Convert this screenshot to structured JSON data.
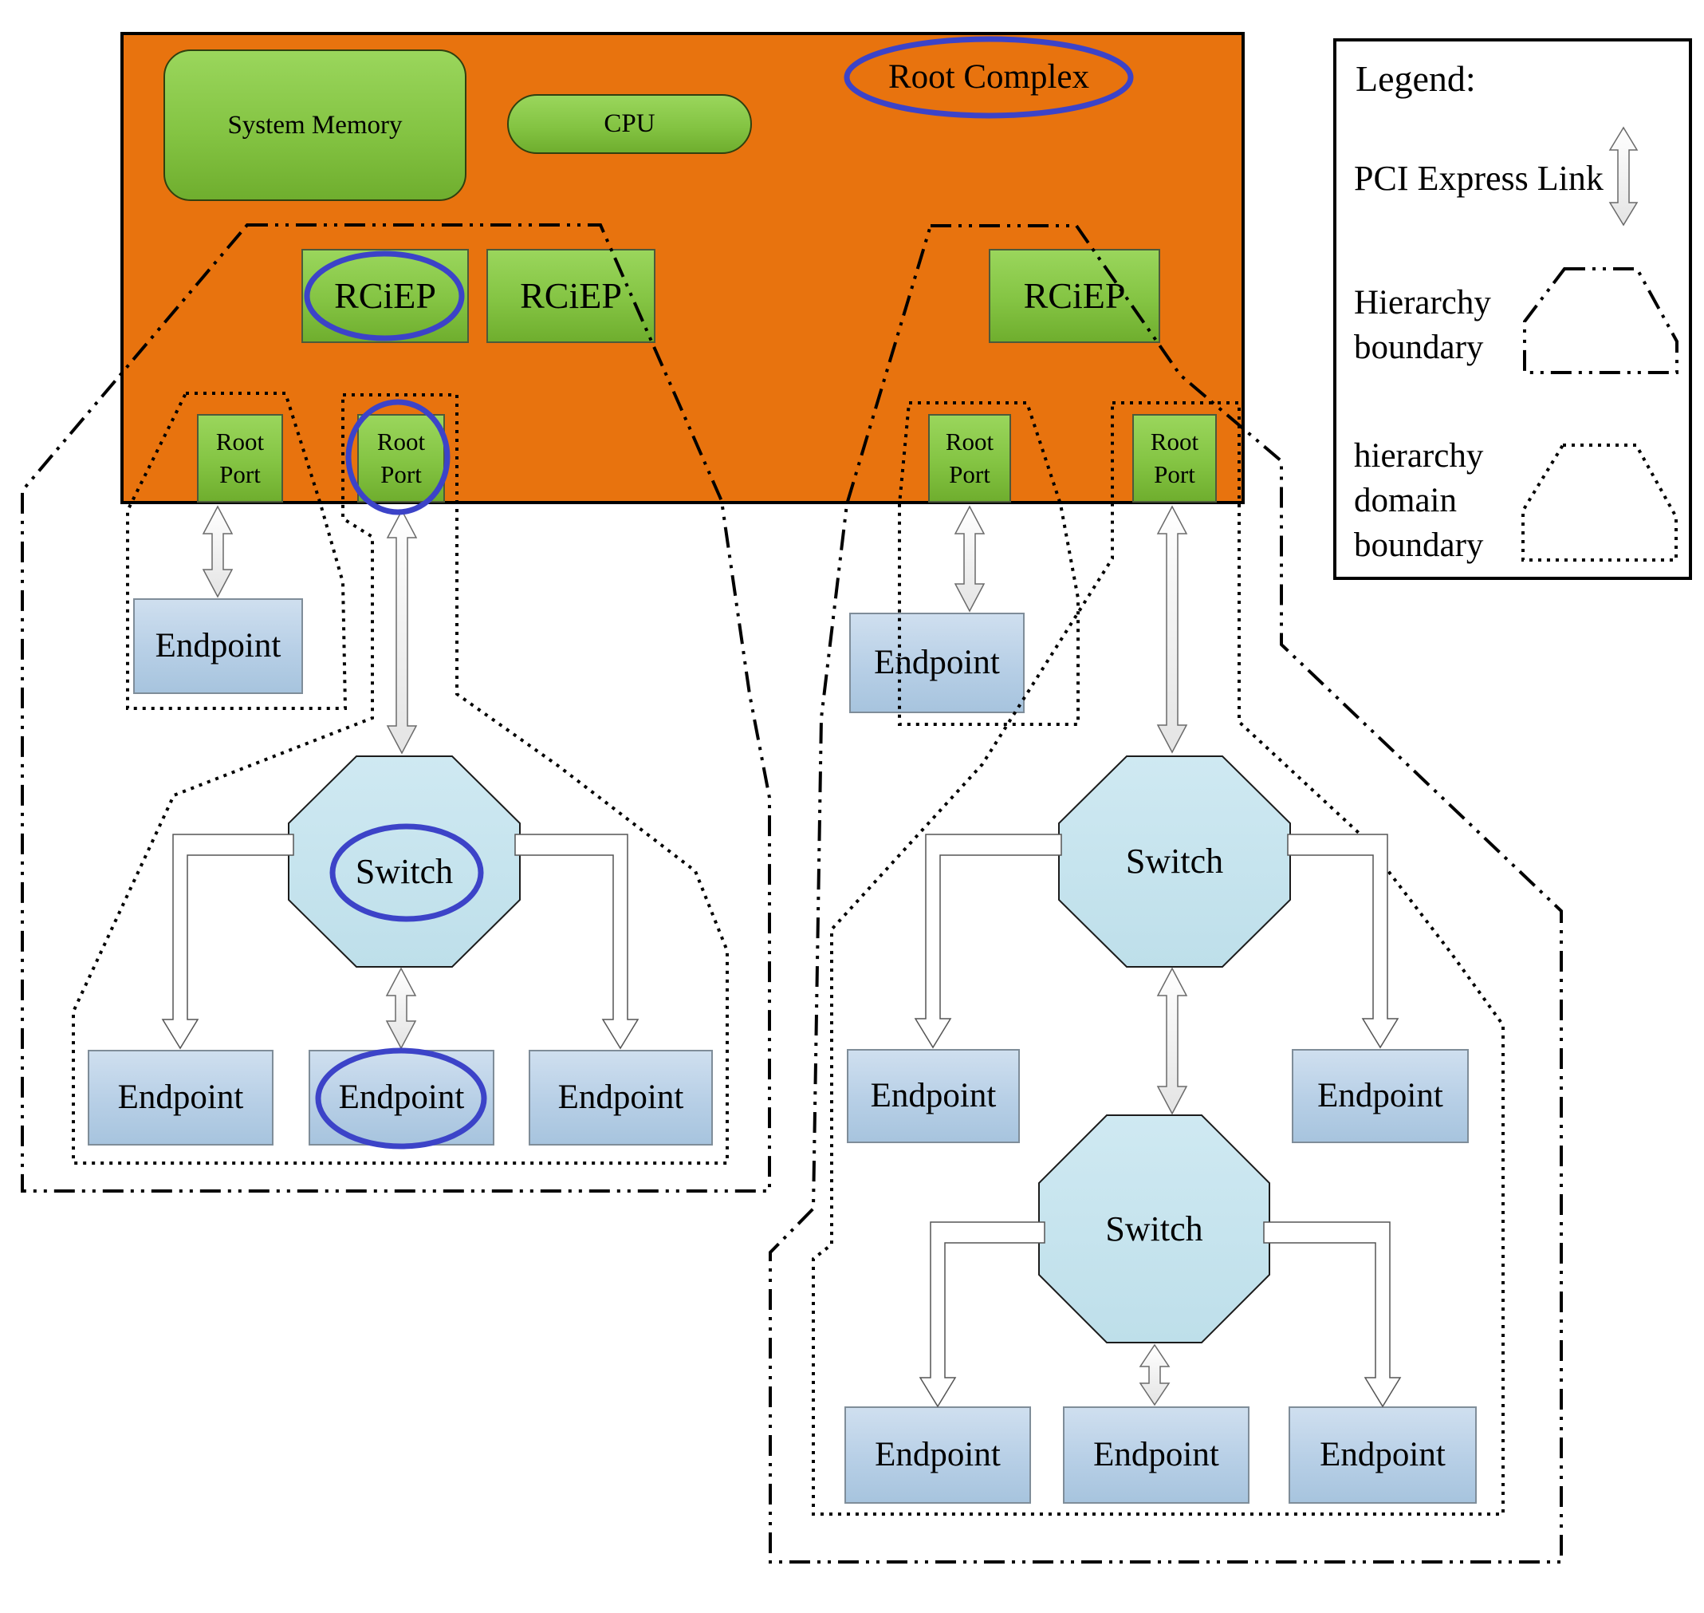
{
  "root_complex": {
    "label": "Root Complex",
    "system_memory_label": "System Memory",
    "cpu_label": "CPU",
    "rciep_label": "RCiEP",
    "root_port_label": "Root Port"
  },
  "tree_nodes": {
    "endpoint_label": "Endpoint",
    "switch_label": "Switch"
  },
  "legend": {
    "title": "Legend:",
    "items": [
      {
        "label": "PCI Express Link",
        "symbol": "pci-express-link-double-arrow"
      },
      {
        "label": "Hierarchy boundary",
        "symbol": "dash-dot-trapezoid"
      },
      {
        "label": "hierarchy domain boundary",
        "symbol": "dotted-trapezoid"
      }
    ]
  },
  "annotations": {
    "highlight_color": "#3c43c8",
    "circled_items": [
      "Root Complex",
      "RCiEP",
      "Root Port",
      "Switch",
      "Endpoint"
    ]
  },
  "colors": {
    "root_complex_fill": "#e8730e",
    "node_green": "#84c443",
    "endpoint_blue": "#b7cfe6",
    "switch_blue": "#c7e5ef",
    "boundary_line": "#000000"
  }
}
